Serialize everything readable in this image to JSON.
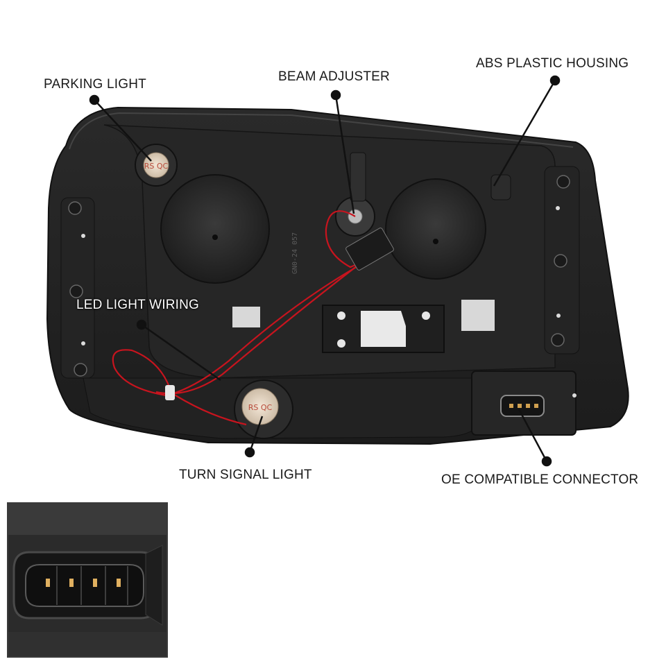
{
  "callouts": {
    "parking_light": "PARKING LIGHT",
    "beam_adjuster": "BEAM ADJUSTER",
    "abs_plastic_housing": "ABS PLASTIC HOUSING",
    "led_light_wiring": "LED LIGHT WIRING",
    "turn_signal_light": "TURN SIGNAL LIGHT",
    "oe_compatible_connector": "OE COMPATIBLE CONNECTOR"
  },
  "stamps": {
    "parking_stamp": "RS QC",
    "turn_stamp": "RS QC"
  },
  "mold_marking": "GN0-24 057",
  "colors": {
    "housing_dark": "#202020",
    "housing_mid": "#2e2e2e",
    "wire_red": "#c8141e",
    "callout_line": "#111111"
  },
  "icons": [
    "connector-icon",
    "screw-icon",
    "bulb-socket-icon"
  ]
}
